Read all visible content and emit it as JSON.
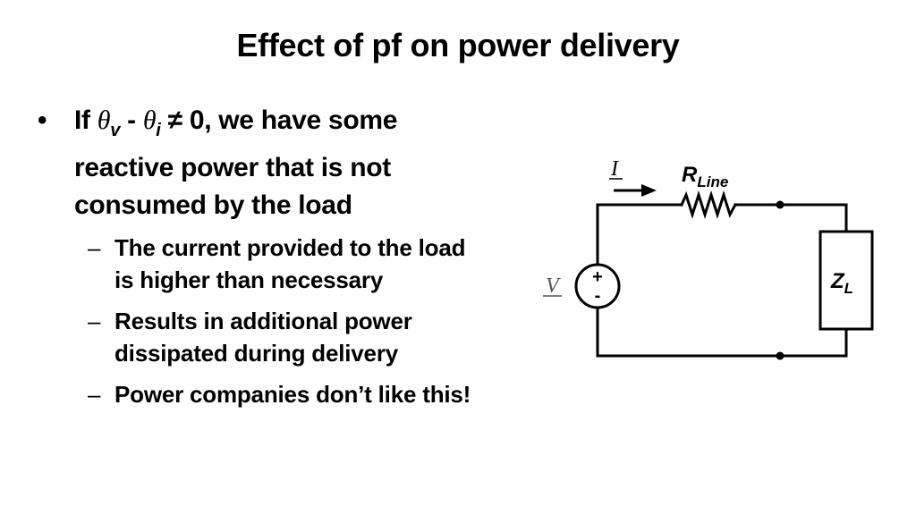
{
  "slide": {
    "title": "Effect of pf on power delivery",
    "bullet": {
      "marker": "•",
      "prefix": "If",
      "theta": "θ",
      "sub_v": "v",
      "minus": "-",
      "sub_i": "i",
      "neq": "≠",
      "zero_text": "0, we have some reactive power that is not consumed by the load"
    },
    "sub_bullets": [
      {
        "marker": "–",
        "text": "The current provided to the load is higher than necessary"
      },
      {
        "marker": "–",
        "text": "Results in additional power dissipated during delivery"
      },
      {
        "marker": "–",
        "text": "Power companies don’t like this!"
      }
    ]
  },
  "circuit": {
    "current_label": "I",
    "resistor_label": "R",
    "resistor_sub": "Line",
    "source_label": "V",
    "source_plus": "+",
    "source_minus": "-",
    "load_label": "Z",
    "load_sub": "L"
  }
}
